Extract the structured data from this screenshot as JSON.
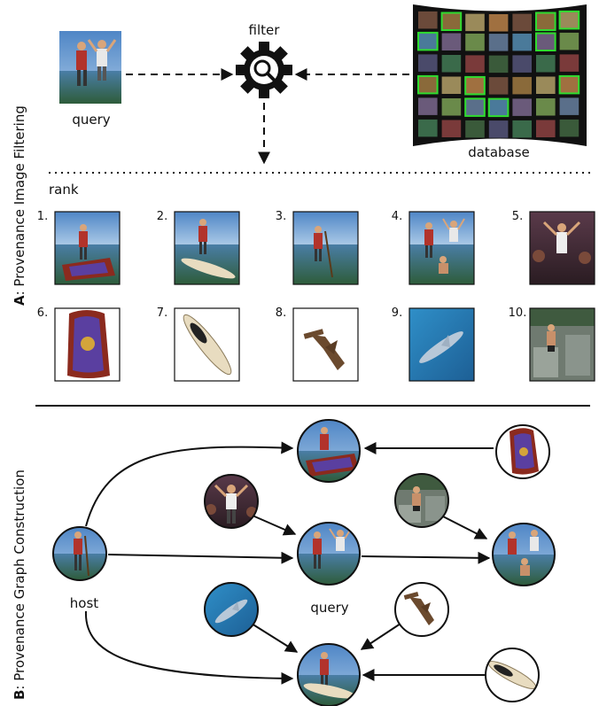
{
  "section_a": {
    "side_title_letter": "A",
    "side_title_text": ": Provenance Image Filtering",
    "filter_label": "filter",
    "query_label": "query",
    "database_label": "database",
    "rank_label": "rank",
    "ranked_results": [
      {
        "rank": "1.",
        "content": "man on flying carpet"
      },
      {
        "rank": "2.",
        "content": "man on paddle board"
      },
      {
        "rank": "3.",
        "content": "man with paddle (host)"
      },
      {
        "rank": "4.",
        "content": "query composite"
      },
      {
        "rank": "5.",
        "content": "dancing man at party"
      },
      {
        "rank": "6.",
        "content": "magic carpet"
      },
      {
        "rank": "7.",
        "content": "paddle board"
      },
      {
        "rank": "8.",
        "content": "hammerhead shark"
      },
      {
        "rank": "9.",
        "content": "shark in water"
      },
      {
        "rank": "10.",
        "content": "dancing man with rocks"
      }
    ]
  },
  "section_b": {
    "side_title_letter": "B",
    "side_title_text": ": Provenance Graph Construction",
    "host_label": "host",
    "query_label": "query"
  },
  "colors": {
    "sky": "#6f9fd0",
    "sea": "#3e6f96",
    "grass": "#3f6a3a",
    "carpet": "#8b2a1e",
    "carpet_pattern": "#5a3fa0",
    "board": "#e8dcc0",
    "shark": "#6b4a2e",
    "db_highlight": "#2fdc2f",
    "gear": "#111111"
  },
  "icons": {
    "filter": "gear-magnifier-icon"
  }
}
